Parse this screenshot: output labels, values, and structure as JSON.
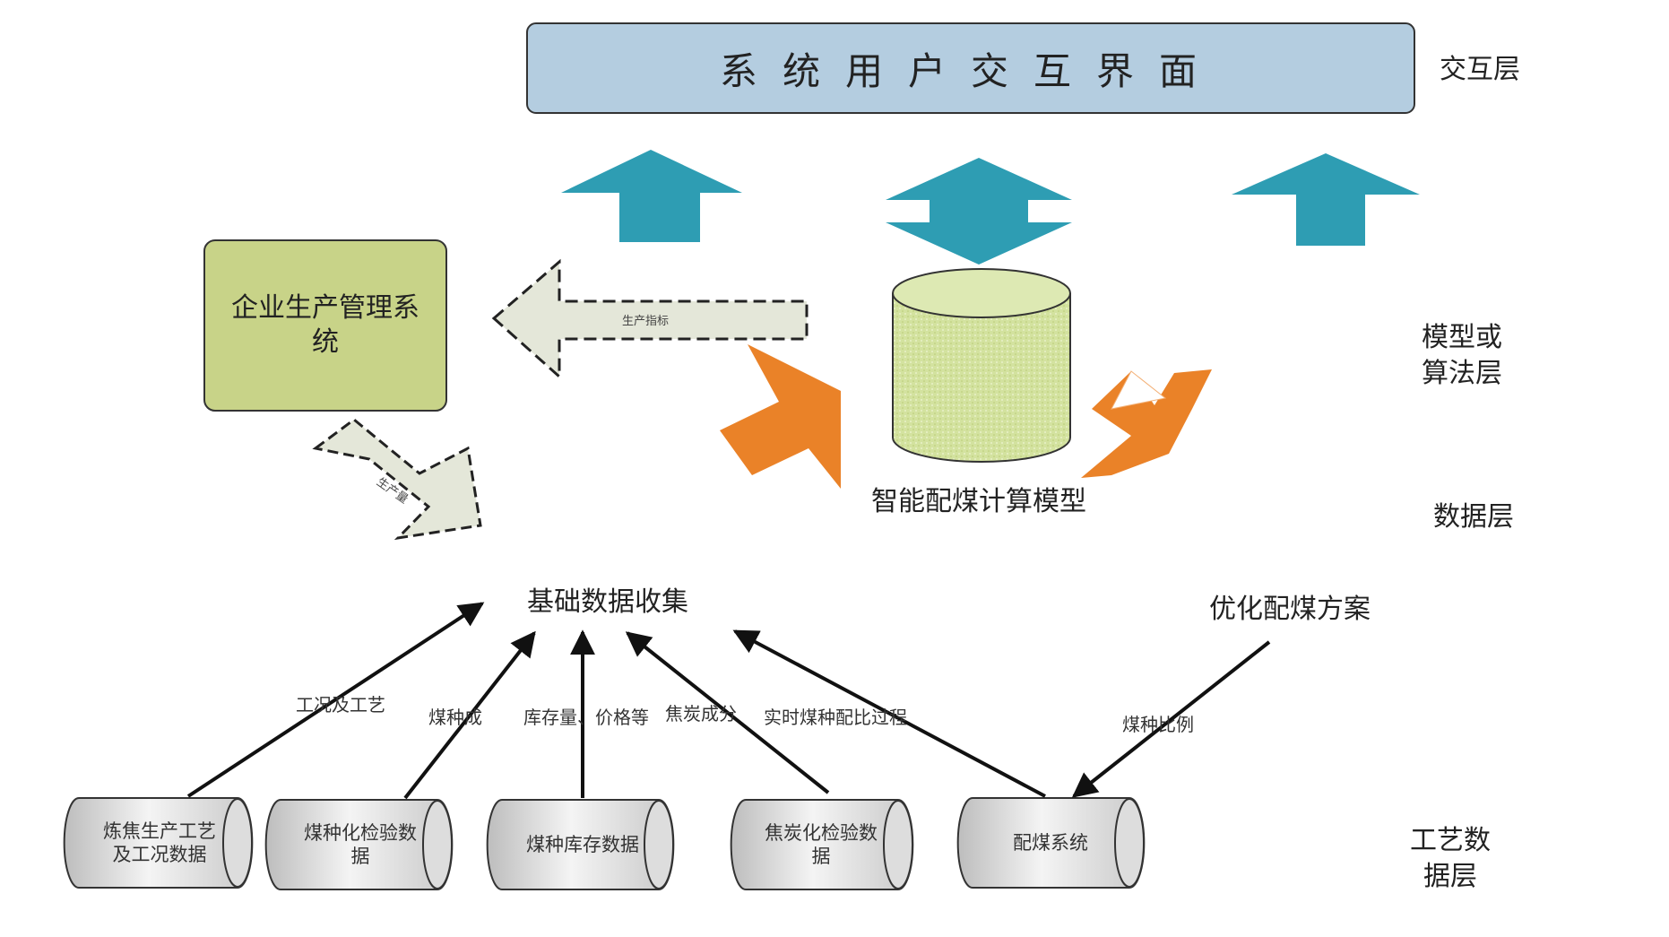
{
  "interface_box": {
    "label": "系统用户交互界面"
  },
  "layers": {
    "interaction": "交互层",
    "model": "模型或\n算法层",
    "data": "数据层",
    "process_data": "工艺数\n据层"
  },
  "nodes": {
    "management_system": "企业生产管理系\n统",
    "model_db": "智能配煤计算模型",
    "basic_data": "基础数据收集",
    "optimized_plan": "优化配煤方案"
  },
  "arrow_labels": {
    "production_index": "生产指标",
    "production_output": "生产量",
    "conditions_process": "工况及工艺",
    "coal_components": "煤种成",
    "stock_price": "库存量、价格等",
    "coke_components": "焦炭成分",
    "realtime_ratio": "实时煤种配比过程",
    "coal_ratio": "煤种比例"
  },
  "data_sources": [
    {
      "label": "炼焦生产工艺\n及工况数据"
    },
    {
      "label": "煤种化检验数\n据"
    },
    {
      "label": "煤种库存数据"
    },
    {
      "label": "焦炭化检验数\n据"
    },
    {
      "label": "配煤系统"
    }
  ],
  "colors": {
    "interface_fill": "#b4cde0",
    "teal_arrow": "#2e9db3",
    "orange_arrow": "#ea8228",
    "mgmt_fill": "#c8d388",
    "cylinder_fill": "#d3e29f",
    "dashed_arrow_fill": "#e4e7d9"
  }
}
